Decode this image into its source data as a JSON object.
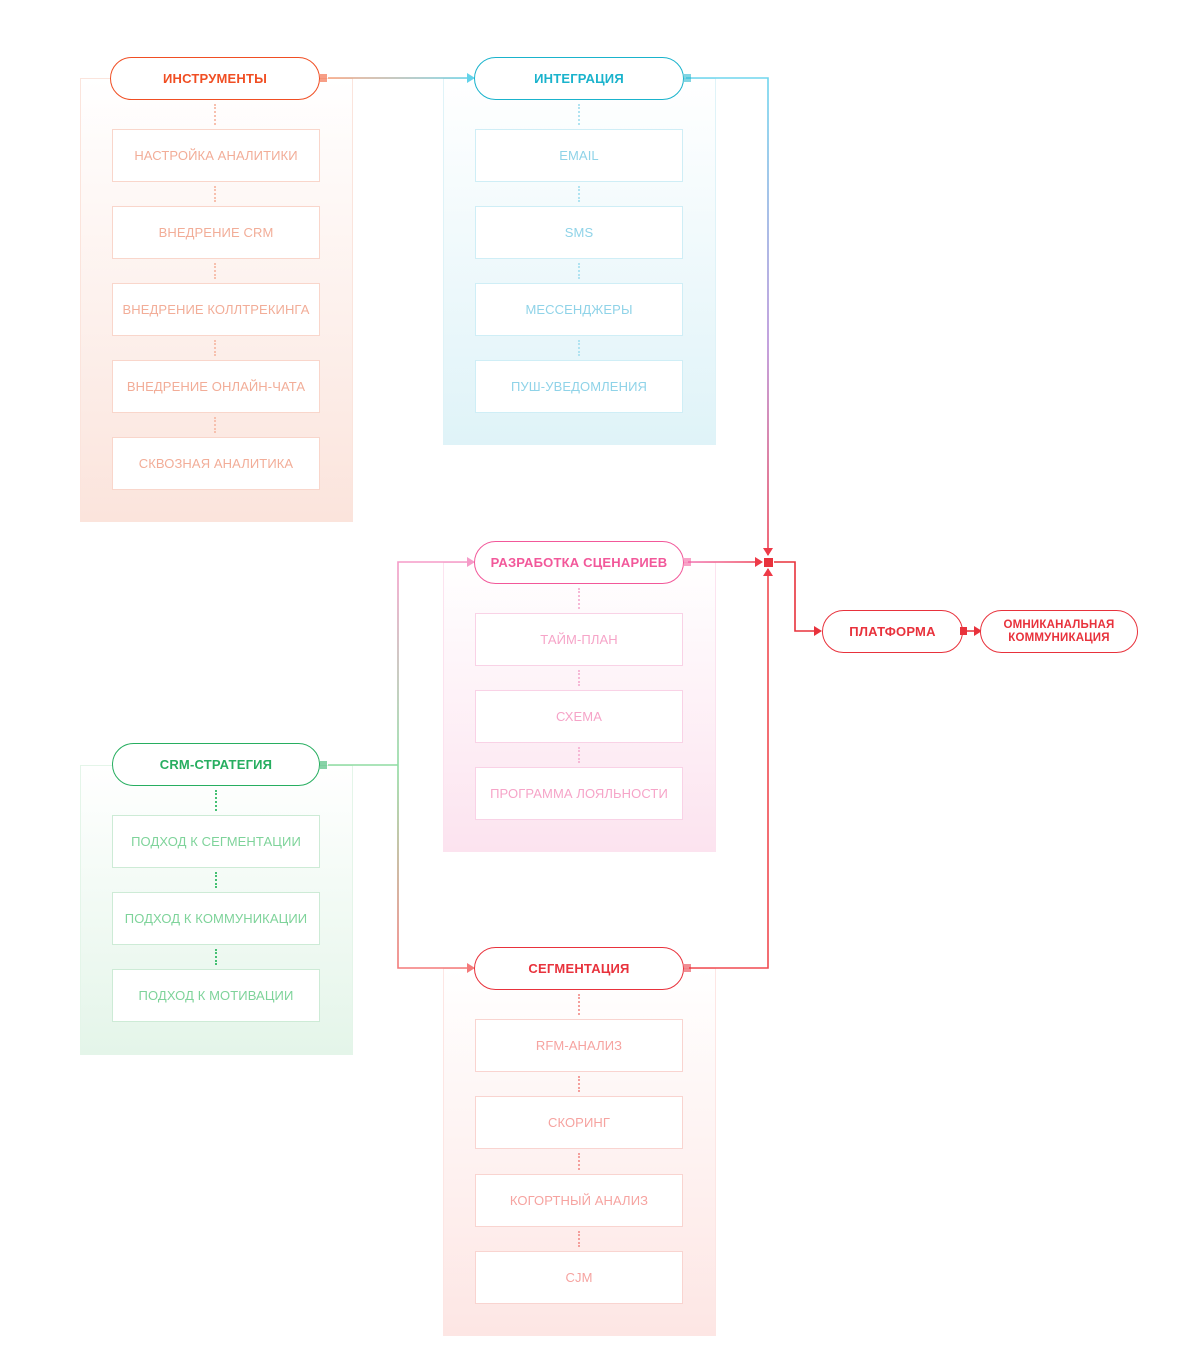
{
  "groups": {
    "instruments": {
      "title": "ИНСТРУМЕНТЫ",
      "color": "#f04e23",
      "items": [
        "НАСТРОЙКА АНАЛИТИКИ",
        "ВНЕДРЕНИЕ CRM",
        "ВНЕДРЕНИЕ КОЛЛТРЕКИНГА",
        "ВНЕДРЕНИЕ ОНЛАЙН-ЧАТА",
        "СКВОЗНАЯ АНАЛИТИКА"
      ]
    },
    "integration": {
      "title": "ИНТЕГРАЦИЯ",
      "color": "#1ab3cc",
      "items": [
        "EMAIL",
        "SMS",
        "МЕССЕНДЖЕРЫ",
        "ПУШ-УВЕДОМЛЕНИЯ"
      ]
    },
    "scenarios": {
      "title": "РАЗРАБОТКА СЦЕНАРИЕВ",
      "color": "#f2589a",
      "items": [
        "ТАЙМ-ПЛАН",
        "СХЕМА",
        "ПРОГРАММА ЛОЯЛЬНОСТИ"
      ]
    },
    "crm_strategy": {
      "title": "CRM-СТРАТЕГИЯ",
      "color": "#27ae60",
      "items": [
        "ПОДХОД К СЕГМЕНТАЦИИ",
        "ПОДХОД К КОММУНИКАЦИИ",
        "ПОДХОД К МОТИВАЦИИ"
      ]
    },
    "segmentation": {
      "title": "СЕГМЕНТАЦИЯ",
      "color": "#e8323c",
      "items": [
        "RFM-АНАЛИЗ",
        "СКОРИНГ",
        "КОГОРТНЫЙ АНАЛИЗ",
        "CJM"
      ]
    }
  },
  "platform": {
    "label": "ПЛАТФОРМА",
    "color": "#e8323c"
  },
  "omni": {
    "line1": "ОМНИКАНАЛЬНАЯ",
    "line2": "КОММУНИКАЦИЯ",
    "color": "#e8323c"
  }
}
